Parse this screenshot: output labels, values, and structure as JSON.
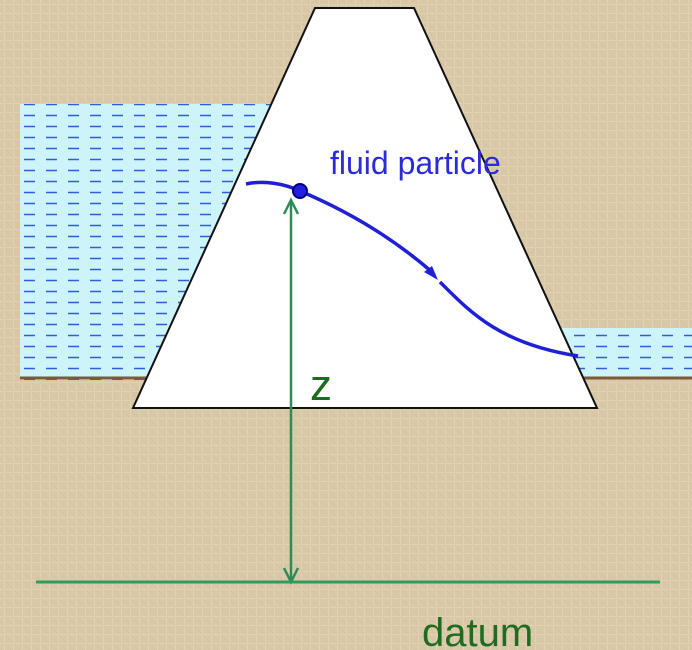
{
  "labels": {
    "particle": "fluid particle",
    "elevation": "z",
    "datum": "datum"
  },
  "colors": {
    "background": "#d9c8a8",
    "water": "#cdf3fb",
    "water_dash": "#2f5ed8",
    "dam_fill": "#ffffff",
    "dam_outline": "#111111",
    "ground": "#7a5a3a",
    "particle_path": "#1f1fd6",
    "particle_label": "#2b2bd9",
    "elevation_arrow": "#2e8b57",
    "elevation_label": "#1f6b1f",
    "datum_line": "#2e9b5f",
    "datum_label": "#1f6b1f"
  },
  "icons": {
    "particle": "particle-dot-icon",
    "path_arrow": "flow-direction-arrowhead-icon",
    "elevation_arrows": "double-headed-arrow-icon"
  }
}
